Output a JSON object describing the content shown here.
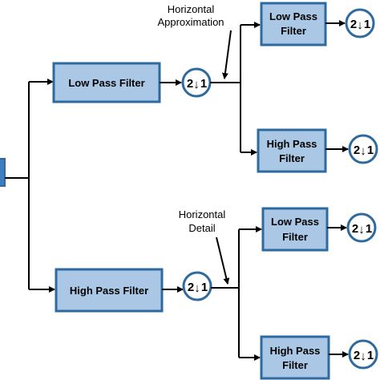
{
  "filters": {
    "level1_low": [
      "Low Pass Filter"
    ],
    "level1_high": [
      "High Pass Filter"
    ],
    "level2_top_low": [
      "Low Pass",
      "Filter"
    ],
    "level2_top_high": [
      "High Pass",
      "Filter"
    ],
    "level2_bottom_low": [
      "Low Pass",
      "Filter"
    ],
    "level2_bottom_high": [
      "High Pass",
      "Filter"
    ]
  },
  "downsample": {
    "factor": "2",
    "symbol": "↓",
    "target": "1"
  },
  "annotations": {
    "horizontal_approximation": [
      "Horizontal",
      "Approximation"
    ],
    "horizontal_detail": [
      "Horizontal",
      "Detail"
    ]
  },
  "colors": {
    "filter_fill": "#aac8e6",
    "filter_stroke": "#2e6a9e",
    "input_block": "#3c7ec0"
  }
}
